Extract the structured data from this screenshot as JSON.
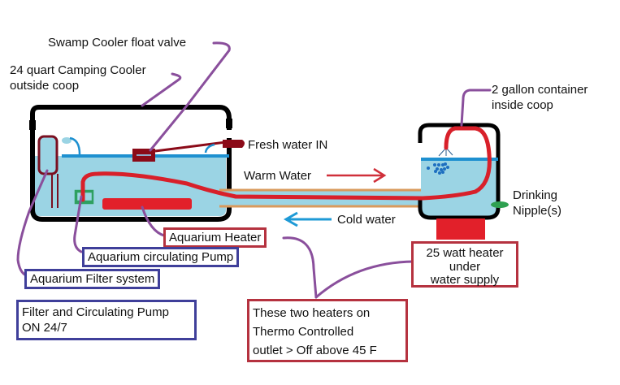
{
  "diagram": {
    "title_labels": {
      "float_valve": "Swamp Cooler float valve",
      "cooler_line1": "24 quart Camping Cooler",
      "cooler_line2": "outside coop",
      "container_line1": "2 gallon container",
      "container_line2": "inside coop",
      "fresh_water": "Fresh water IN",
      "warm_water": "Warm Water",
      "cold_water": "Cold water",
      "nipple_line1": "Drinking",
      "nipple_line2": "Nipple(s)"
    },
    "boxes": {
      "aquarium_heater": "Aquarium Heater",
      "circulating_pump": "Aquarium circulating Pump",
      "filter_system": "Aquarium Filter system",
      "filter_pump_note_line1": "Filter and Circulating Pump",
      "filter_pump_note_line2": "ON 24/7",
      "heater_25w_line1": "25 watt heater",
      "heater_25w_line2": "under",
      "heater_25w_line3": "water supply",
      "thermo_line1": "These two heaters on",
      "thermo_line2": "Thermo Controlled",
      "thermo_line3": "outlet > Off above 45 F"
    },
    "colors": {
      "water": "#9bd4e4",
      "water_line": "#1e90d0",
      "container_outline": "#000000",
      "heater_red": "#e2202a",
      "tube_red": "#d8202a",
      "pipe_orange": "#d99a5c",
      "float_valve": "#8b0a18",
      "leader_purple": "#8a4f9c",
      "pump_green": "#2ea060",
      "nipple_green": "#2ea050",
      "box_red": "#b5323f",
      "box_blue": "#3f3f9a",
      "cold_arrow": "#1e9ad6",
      "warm_arrow": "#d0303a"
    }
  }
}
